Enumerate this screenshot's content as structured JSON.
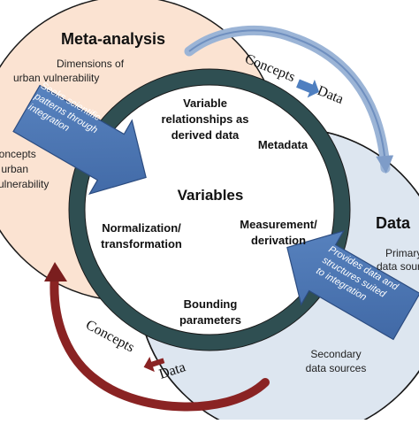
{
  "meta_analysis": {
    "title": "Meta-analysis",
    "dimensions_line1": "Dimensions of",
    "dimensions_line2": "urban vulnerability",
    "concepts_line1": "Concepts",
    "concepts_line2": "of urban",
    "concepts_line3": "vulnerability"
  },
  "data_circle": {
    "title": "Data",
    "primary_line1": "Primary",
    "primary_line2": "data sources",
    "secondary_line1": "Secondary",
    "secondary_line2": "data sources"
  },
  "center": {
    "title": "Variables",
    "relationships_line1": "Variable",
    "relationships_line2": "relationships as",
    "relationships_line3": "derived data",
    "metadata": "Metadata",
    "measurement_line1": "Measurement/",
    "measurement_line2": "derivation",
    "normalization_line1": "Normalization/",
    "normalization_line2": "transformation",
    "bounding_line1": "Bounding",
    "bounding_line2": "parameters"
  },
  "arrows": {
    "left_line1": "Seeks scientific",
    "left_line2": "patterns through",
    "left_line3": "integration",
    "right_line1": "Provides data and",
    "right_line2": "structures suited",
    "right_line3": "to integration"
  },
  "flows": {
    "top_concepts": "Concepts",
    "top_data": "Data",
    "bottom_concepts": "Concepts",
    "bottom_data": "Data"
  },
  "colors": {
    "meta_fill": "#fbe3d2",
    "data_fill": "#dde6f0",
    "ring": "#2f4f52",
    "inner_fill": "#ffffff",
    "arrow_blue": "#4a74b0",
    "top_arc": "#9bb4d6",
    "bottom_arc": "#8a2323",
    "small_arrow_blue": "#4f7fc0",
    "small_arrow_red": "#8a2323"
  }
}
